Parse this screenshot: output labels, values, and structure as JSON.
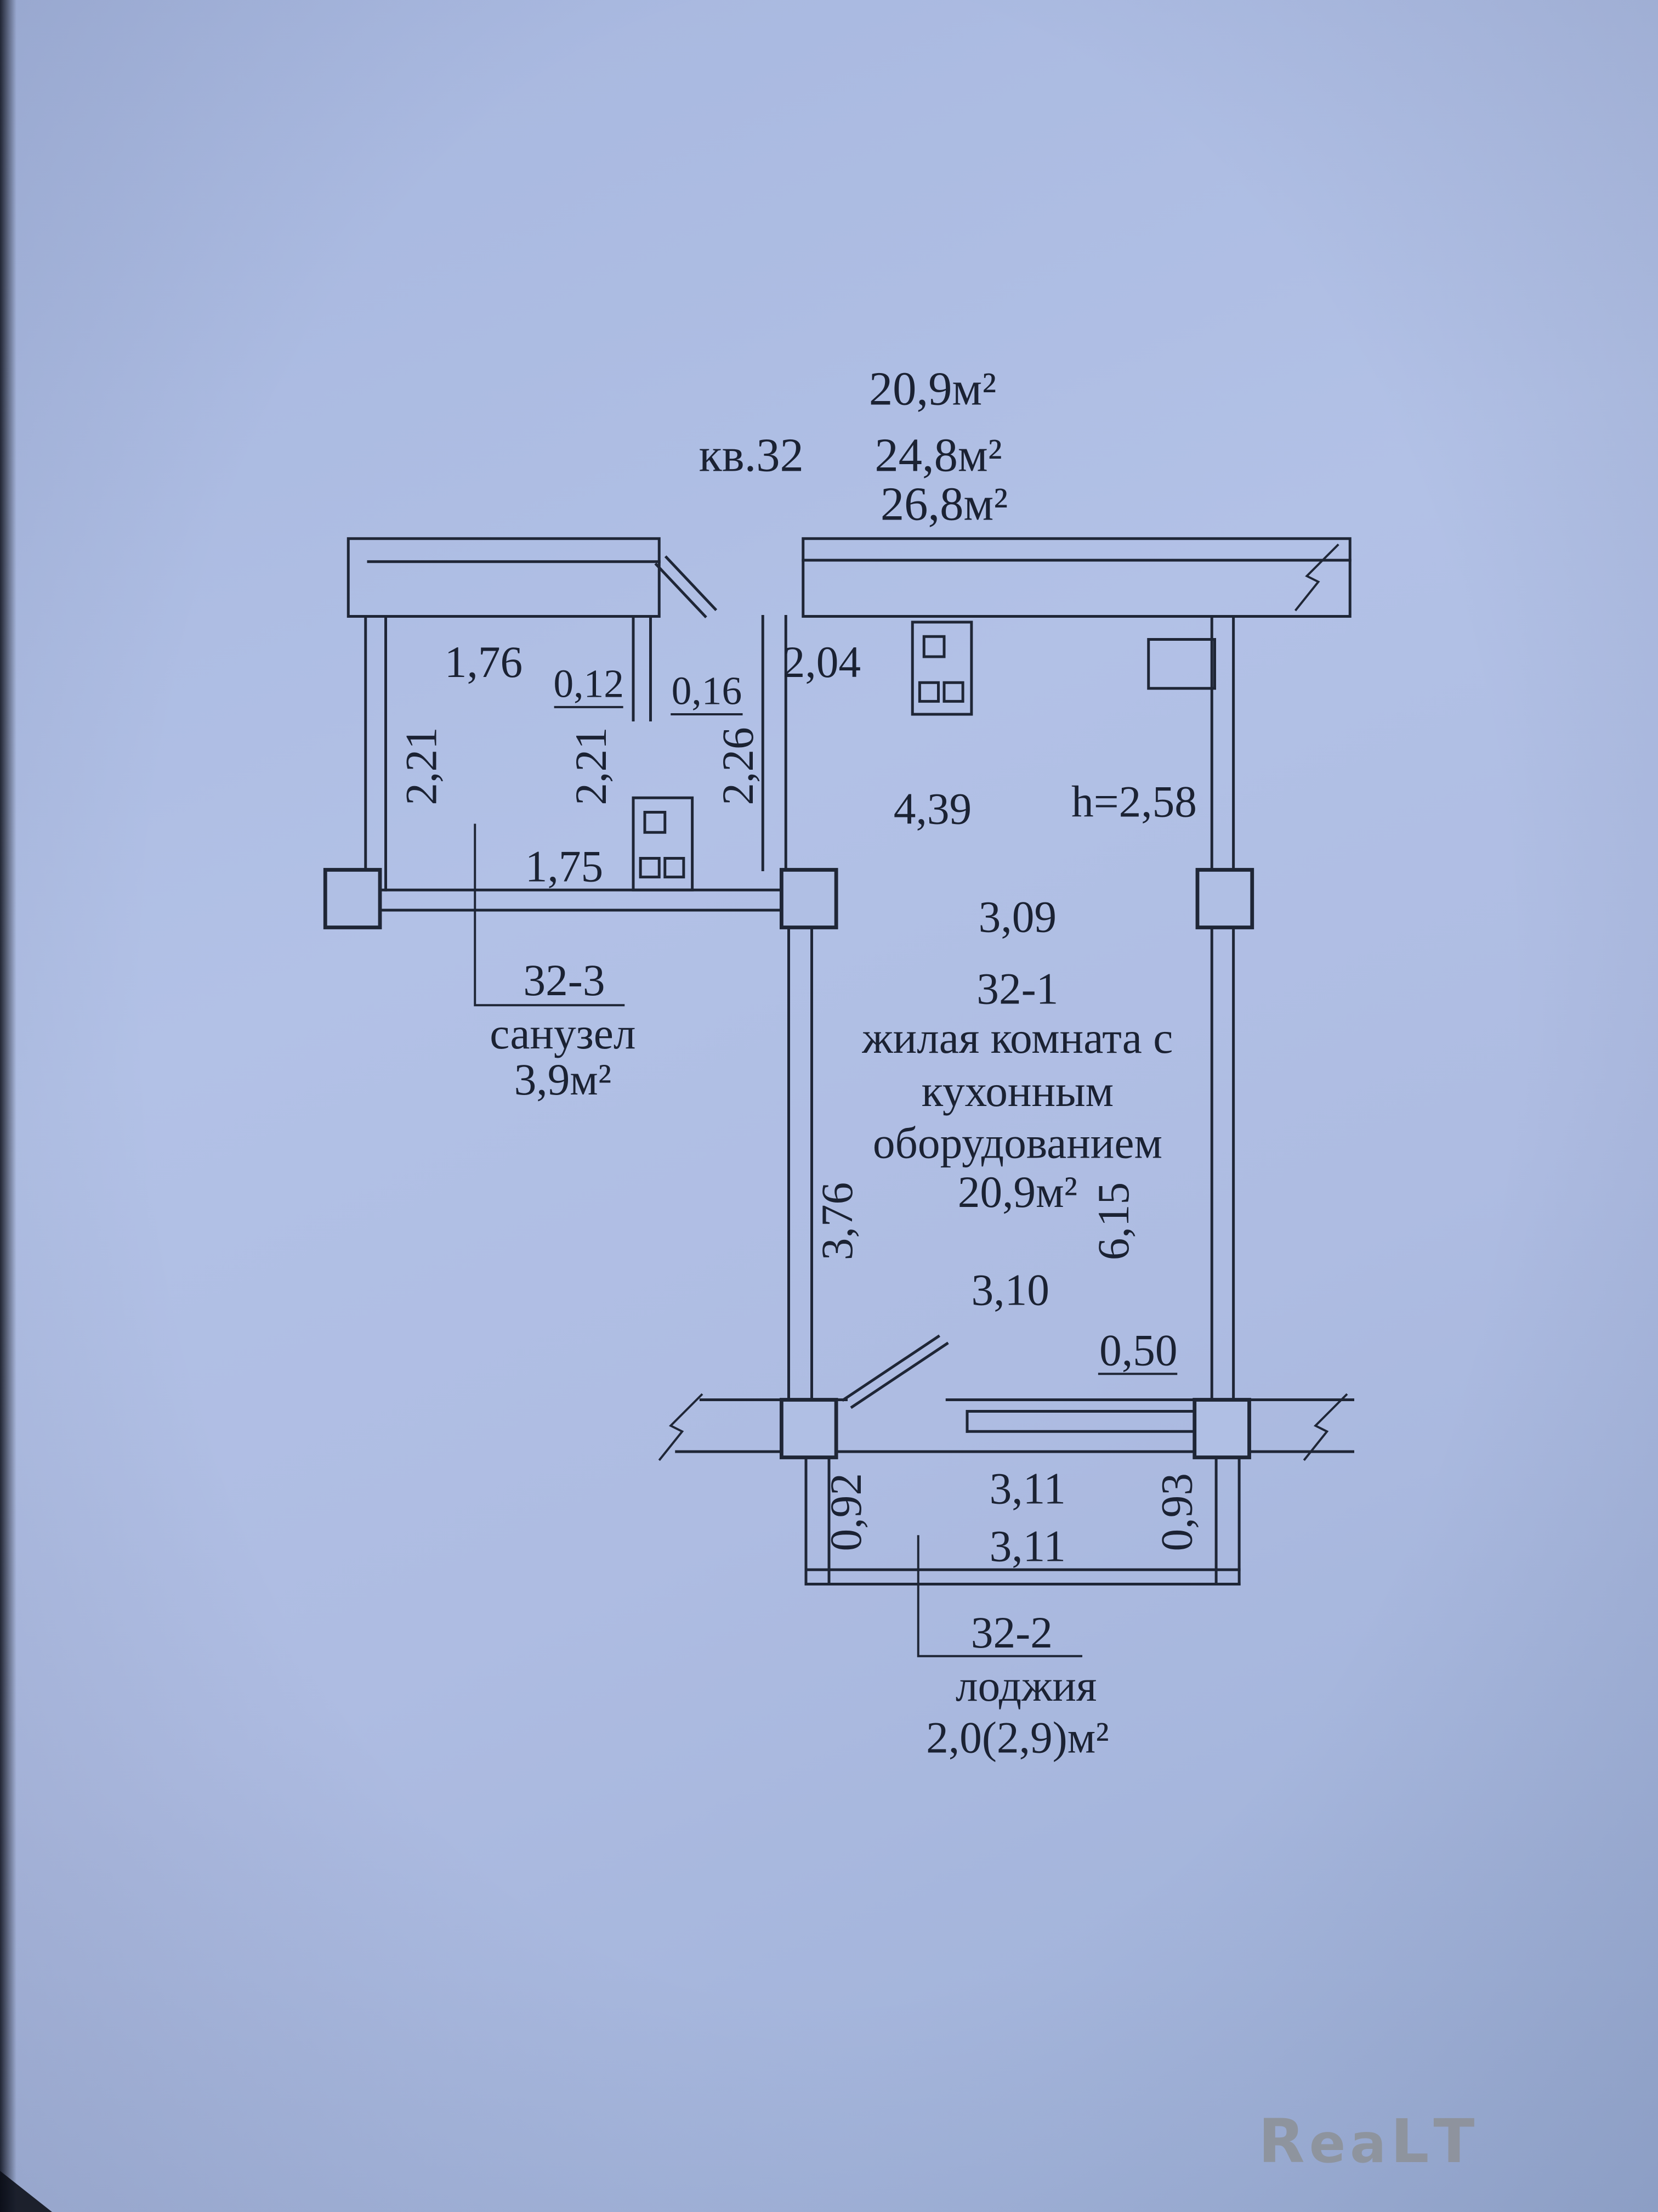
{
  "colors": {
    "paper": "#aebce2",
    "ink": "#1b2233",
    "logo_gray": "#8e939c"
  },
  "header": {
    "apartment": "кв.32",
    "area_line1": "20,9м²",
    "area_line2": "24,8м²",
    "area_line3": "26,8м²"
  },
  "rooms": {
    "living": {
      "id": "32-1",
      "name_line1": "жилая комната с",
      "name_line2": "кухонным",
      "name_line3": "оборудованием",
      "area": "20,9м²"
    },
    "loggia": {
      "id": "32-2",
      "name": "лоджия",
      "area": "2,0(2,9)м²"
    },
    "bathroom": {
      "id": "32-3",
      "name": "санузел",
      "area": "3,9м²"
    }
  },
  "dims": {
    "bath_top_width": "1,76",
    "wall_012": "0,12",
    "wall_016": "0,16",
    "niche_top": "2,04",
    "bath_left_height": "2,21",
    "bath_right_height": "2,21",
    "niche_height": "2,26",
    "living_width": "4,39",
    "ceiling_height": "h=2,58",
    "bath_bottom_width": "1,75",
    "living_width_mid": "3,09",
    "living_left_height": "3,76",
    "living_right_height": "6,15",
    "living_width_low": "3,10",
    "pier_width": "0,50",
    "loggia_left_depth": "0,92",
    "loggia_width_inner": "3,11",
    "loggia_width_outer": "3,11",
    "loggia_right_depth": "0,93"
  },
  "watermark": {
    "l1": "R",
    "l2": "e",
    "l3": "a",
    "l4": "L",
    "l5": "T"
  }
}
